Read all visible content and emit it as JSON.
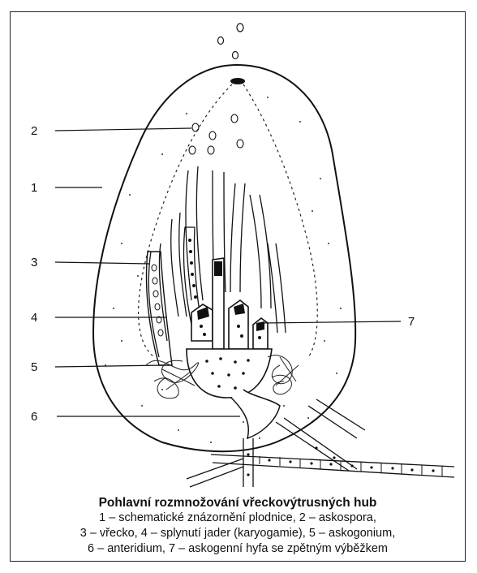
{
  "labels": {
    "l1": "1",
    "l2": "2",
    "l3": "3",
    "l4": "4",
    "l5": "5",
    "l6": "6",
    "l7": "7"
  },
  "caption": {
    "title": "Pohlavní rozmnožování vřeckovýtrusných hub",
    "line1": "1 – schematické znázornění plodnice, 2 – askospora,",
    "line2": "3 – vřecko, 4 – splynutí jader (karyogamie), 5 – askogonium,",
    "line3": "6 – anteridium, 7 – askogenní hyfa se zpětným výběžkem"
  }
}
